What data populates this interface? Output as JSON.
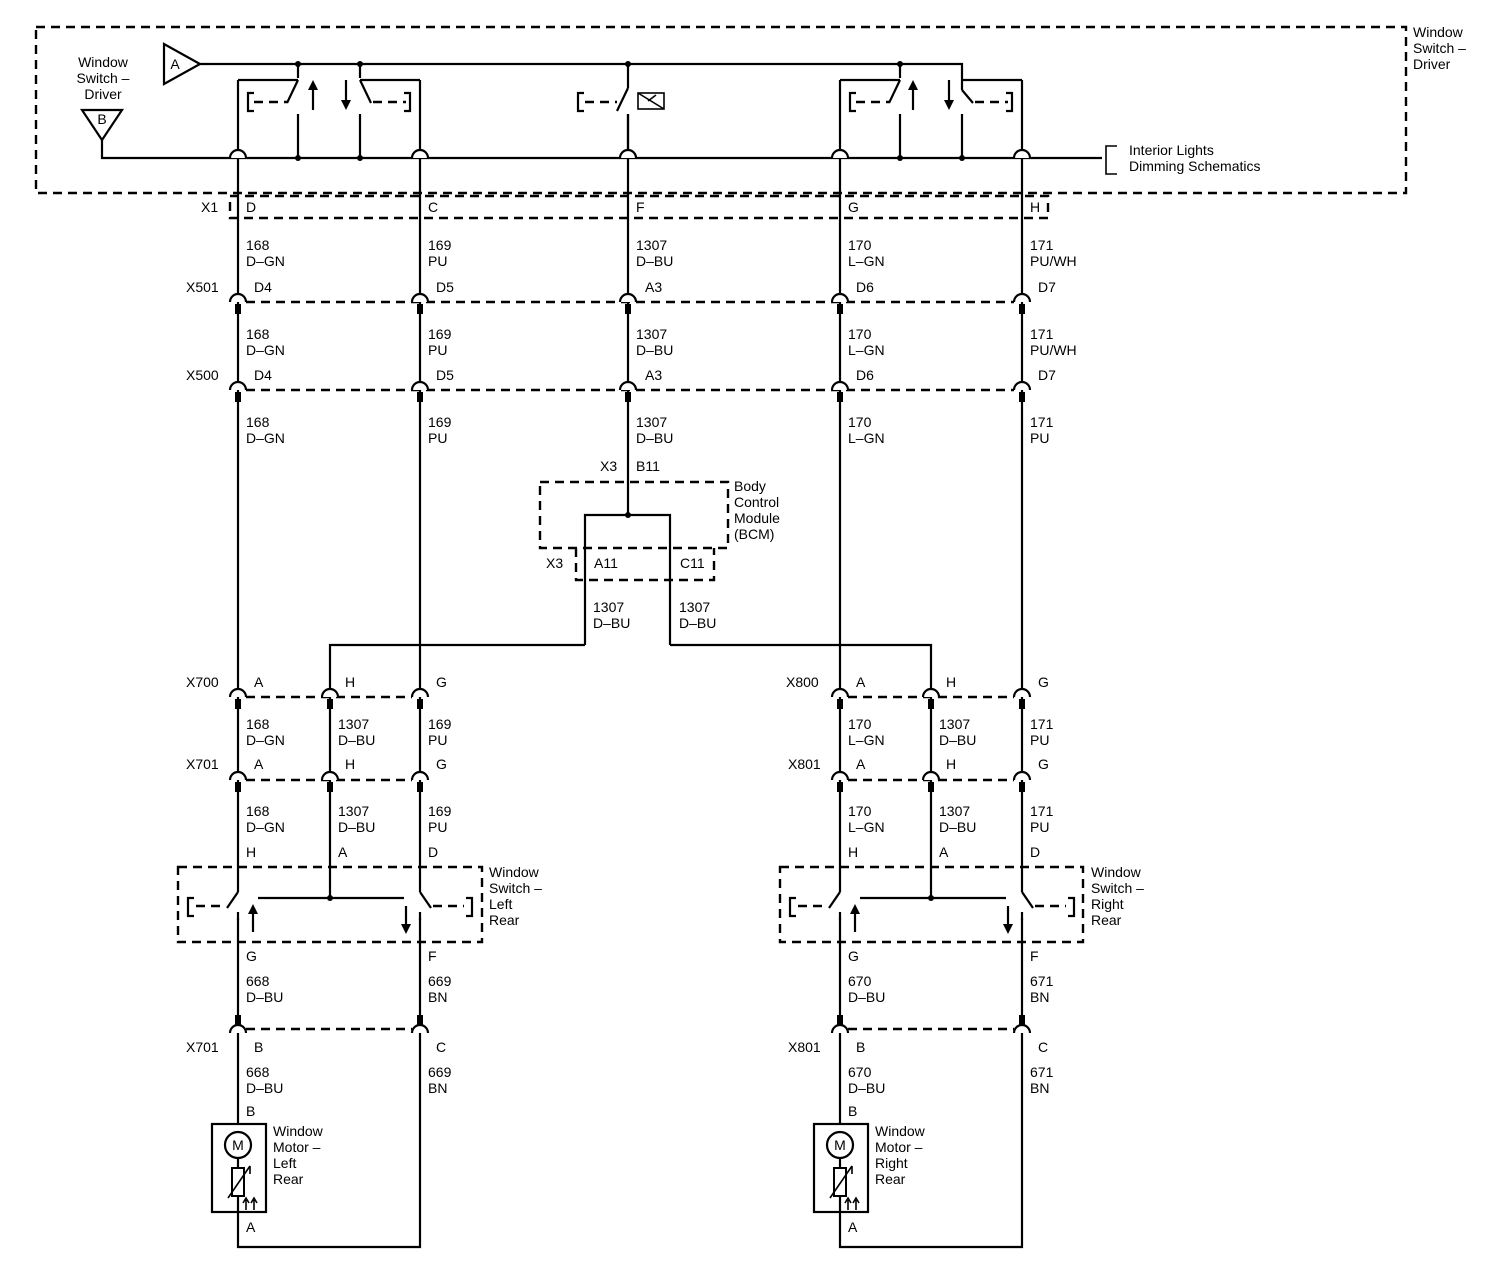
{
  "title_switch_driver": [
    "Window",
    "Switch –",
    "Driver"
  ],
  "title_switch_driver_left": [
    "Window",
    "Switch –",
    "Driver"
  ],
  "flag_a": "A",
  "flag_b": "B",
  "interior_lights": [
    "Interior Lights",
    "Dimming Schematics"
  ],
  "x1": {
    "label": "X1",
    "pins": [
      "D",
      "C",
      "F",
      "G",
      "H"
    ]
  },
  "wires_top": [
    {
      "num": "168",
      "color": "D–GN"
    },
    {
      "num": "169",
      "color": "PU"
    },
    {
      "num": "1307",
      "color": "D–BU"
    },
    {
      "num": "170",
      "color": "L–GN"
    },
    {
      "num": "171",
      "color": "PU/WH"
    }
  ],
  "x501": {
    "label": "X501",
    "pins": [
      "D4",
      "D5",
      "A3",
      "D6",
      "D7"
    ]
  },
  "wires_mid1": [
    {
      "num": "168",
      "color": "D–GN"
    },
    {
      "num": "169",
      "color": "PU"
    },
    {
      "num": "1307",
      "color": "D–BU"
    },
    {
      "num": "170",
      "color": "L–GN"
    },
    {
      "num": "171",
      "color": "PU/WH"
    }
  ],
  "x500": {
    "label": "X500",
    "pins": [
      "D4",
      "D5",
      "A3",
      "D6",
      "D7"
    ]
  },
  "wires_mid2": [
    {
      "num": "168",
      "color": "D–GN"
    },
    {
      "num": "169",
      "color": "PU"
    },
    {
      "num": "1307",
      "color": "D–BU"
    },
    {
      "num": "170",
      "color": "L–GN"
    },
    {
      "num": "171",
      "color": "PU"
    }
  ],
  "bcm": {
    "title": [
      "Body",
      "Control",
      "Module",
      "(BCM)"
    ],
    "x3_top": "X3",
    "pin_top": "B11",
    "x3_bot": "X3",
    "pin_a11": "A11",
    "pin_c11": "C11",
    "wire_left": {
      "num": "1307",
      "color": "D–BU"
    },
    "wire_right": {
      "num": "1307",
      "color": "D–BU"
    }
  },
  "left": {
    "x700": {
      "label": "X700",
      "pins": [
        "A",
        "H",
        "G"
      ]
    },
    "wires_a": [
      {
        "num": "168",
        "color": "D–GN"
      },
      {
        "num": "1307",
        "color": "D–BU"
      },
      {
        "num": "169",
        "color": "PU"
      }
    ],
    "x701": {
      "label": "X701",
      "pins": [
        "A",
        "H",
        "G"
      ]
    },
    "wires_b": [
      {
        "num": "168",
        "color": "D–GN"
      },
      {
        "num": "1307",
        "color": "D–BU"
      },
      {
        "num": "169",
        "color": "PU"
      }
    ],
    "switch_pins_top": [
      "H",
      "A",
      "D"
    ],
    "switch_title": [
      "Window",
      "Switch –",
      "Left",
      "Rear"
    ],
    "switch_pins_bot": [
      "G",
      "F"
    ],
    "wires_c": [
      {
        "num": "668",
        "color": "D–BU"
      },
      {
        "num": "669",
        "color": "BN"
      }
    ],
    "x701b": {
      "label": "X701",
      "pins": [
        "B",
        "C"
      ]
    },
    "wires_d": [
      {
        "num": "668",
        "color": "D–BU"
      },
      {
        "num": "669",
        "color": "BN"
      }
    ],
    "motor_pin_top": "B",
    "motor_pin_bot": "A",
    "motor_symbol": "M",
    "motor_title": [
      "Window",
      "Motor –",
      "Left",
      "Rear"
    ]
  },
  "right": {
    "x800": {
      "label": "X800",
      "pins": [
        "A",
        "H",
        "G"
      ]
    },
    "wires_a": [
      {
        "num": "170",
        "color": "L–GN"
      },
      {
        "num": "1307",
        "color": "D–BU"
      },
      {
        "num": "171",
        "color": "PU"
      }
    ],
    "x801": {
      "label": "X801",
      "pins": [
        "A",
        "H",
        "G"
      ]
    },
    "wires_b": [
      {
        "num": "170",
        "color": "L–GN"
      },
      {
        "num": "1307",
        "color": "D–BU"
      },
      {
        "num": "171",
        "color": "PU"
      }
    ],
    "switch_pins_top": [
      "H",
      "A",
      "D"
    ],
    "switch_title": [
      "Window",
      "Switch –",
      "Right",
      "Rear"
    ],
    "switch_pins_bot": [
      "G",
      "F"
    ],
    "wires_c": [
      {
        "num": "670",
        "color": "D–BU"
      },
      {
        "num": "671",
        "color": "BN"
      }
    ],
    "x801b": {
      "label": "X801",
      "pins": [
        "B",
        "C"
      ]
    },
    "wires_d": [
      {
        "num": "670",
        "color": "D–BU"
      },
      {
        "num": "671",
        "color": "BN"
      }
    ],
    "motor_pin_top": "B",
    "motor_pin_bot": "A",
    "motor_symbol": "M",
    "motor_title": [
      "Window",
      "Motor –",
      "Right",
      "Rear"
    ]
  }
}
